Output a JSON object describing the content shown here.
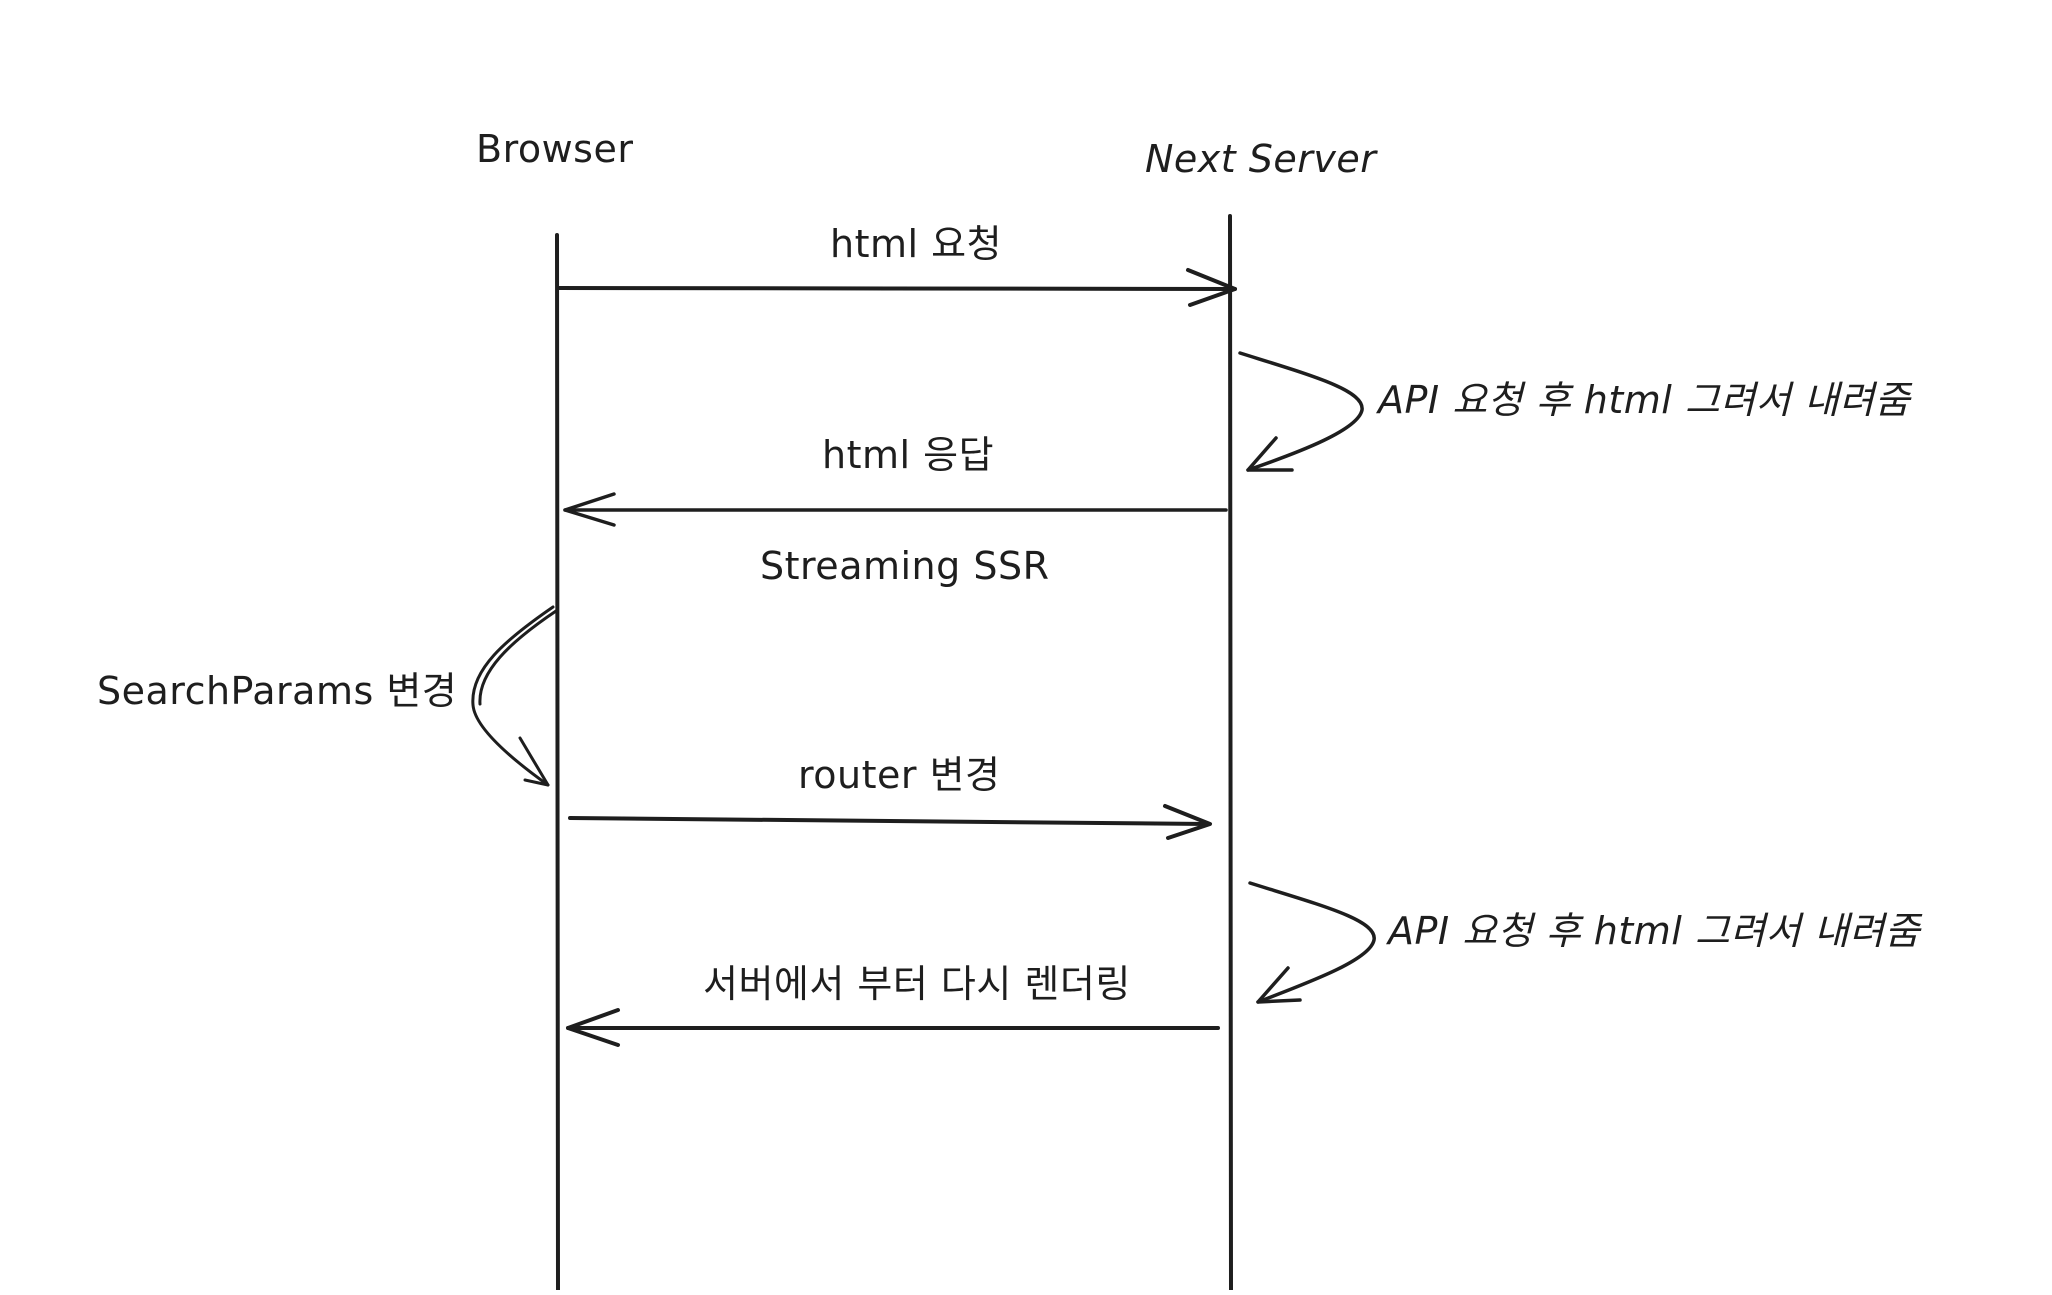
{
  "participants": {
    "browser": "Browser",
    "server": "Next Server"
  },
  "messages": {
    "html_request": "html 요청",
    "server_render_note_1": "API 요청 후 html 그려서 내려줌",
    "html_response": "html 응답",
    "streaming_ssr": "Streaming SSR",
    "search_params_change": "SearchParams 변경",
    "router_change": "router 변경",
    "server_render_note_2": "API 요청 후 html 그려서 내려줌",
    "rerender_from_server": "서버에서 부터 다시 렌더링"
  },
  "colors": {
    "stroke": "#1e1e1e",
    "background": "#ffffff"
  }
}
